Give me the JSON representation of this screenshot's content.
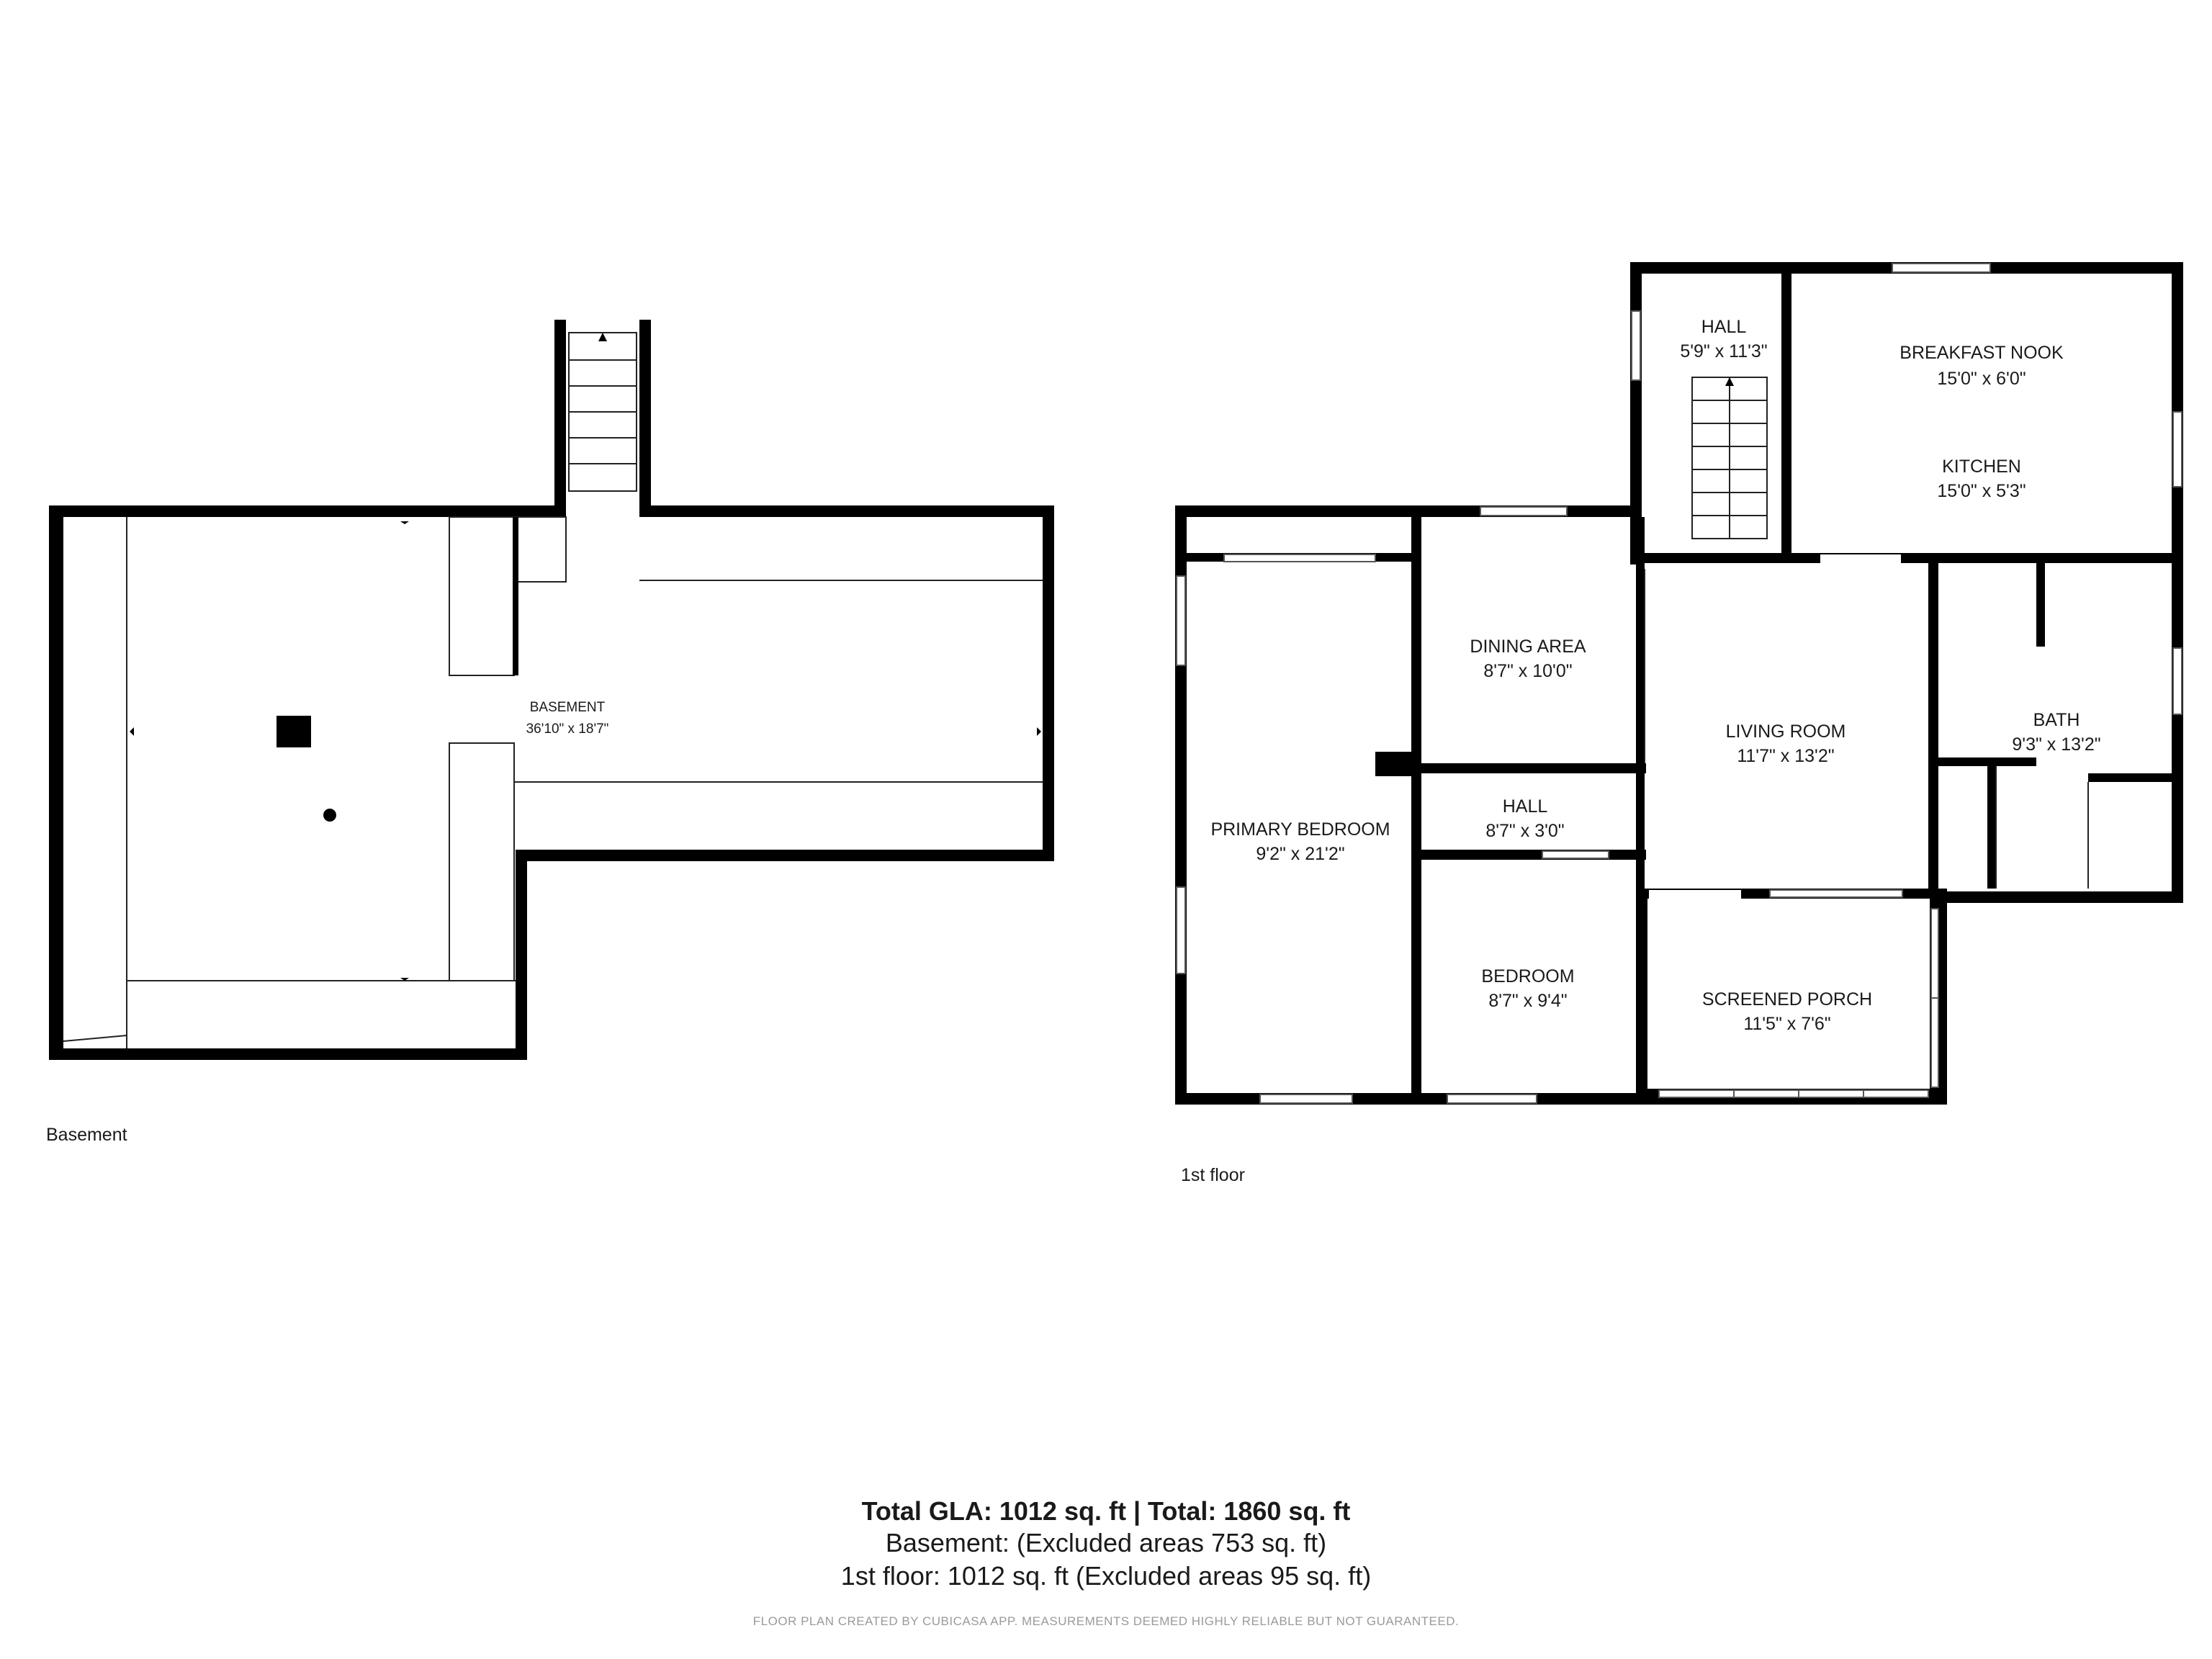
{
  "floors": [
    {
      "label": "Basement",
      "rooms": [
        {
          "name": "BASEMENT",
          "dims": "36'10\" x 18'7\""
        }
      ]
    },
    {
      "label": "1st floor",
      "rooms": [
        {
          "name": "HALL",
          "dims": "5'9\" x 11'3\""
        },
        {
          "name": "BREAKFAST NOOK",
          "dims": "15'0\" x 6'0\""
        },
        {
          "name": "KITCHEN",
          "dims": "15'0\" x 5'3\""
        },
        {
          "name": "DINING AREA",
          "dims": "8'7\" x 10'0\""
        },
        {
          "name": "LIVING ROOM",
          "dims": "11'7\" x 13'2\""
        },
        {
          "name": "BATH",
          "dims": "9'3\" x 13'2\""
        },
        {
          "name": "PRIMARY BEDROOM",
          "dims": "9'2\" x 21'2\""
        },
        {
          "name": "HALL",
          "dims": "8'7\" x 3'0\""
        },
        {
          "name": "BEDROOM",
          "dims": "8'7\" x 9'4\""
        },
        {
          "name": "SCREENED PORCH",
          "dims": "11'5\" x 7'6\""
        }
      ]
    }
  ],
  "summary": {
    "total": "Total GLA: 1012 sq. ft | Total: 1860 sq. ft",
    "basement": "Basement: (Excluded areas 753 sq. ft)",
    "first_floor": "1st floor: 1012 sq. ft (Excluded areas 95 sq. ft)"
  },
  "disclaimer": "FLOOR PLAN CREATED BY CUBICASA APP. MEASUREMENTS DEEMED HIGHLY RELIABLE BUT NOT GUARANTEED."
}
